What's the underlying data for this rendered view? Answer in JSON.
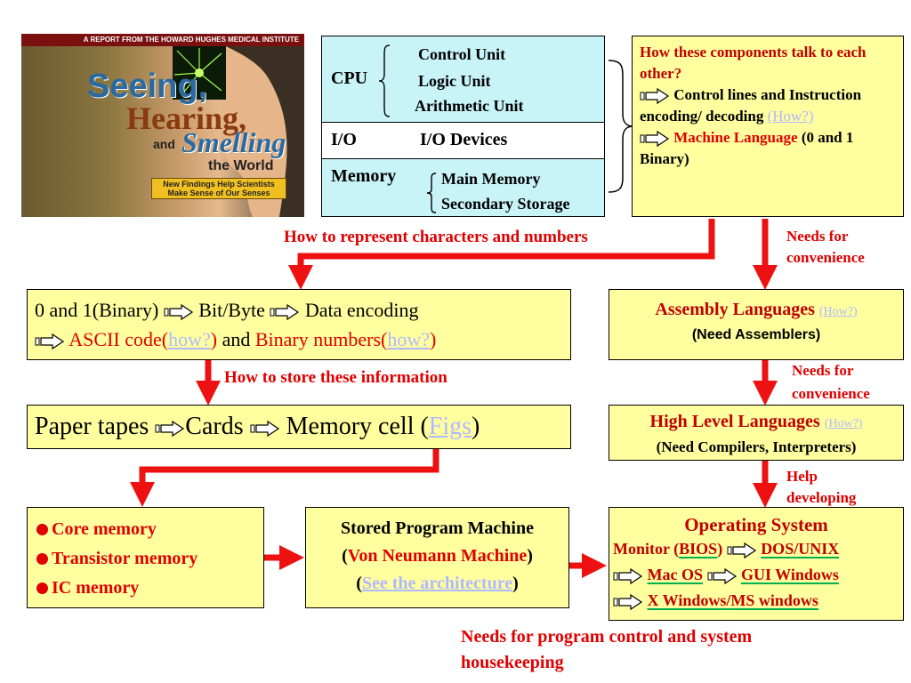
{
  "cover": {
    "banner": "A REPORT FROM THE HOWARD HUGHES MEDICAL INSTITUTE",
    "title1": "Seeing,",
    "title2": "Hearing,",
    "title3_and": "and",
    "title3": "Smelling",
    "title4": "the World",
    "subtitle1": "New Findings Help Scientists",
    "subtitle2": "Make Sense of Our Senses"
  },
  "components": {
    "cpu_label": "CPU",
    "cpu_items": [
      "Control Unit",
      "Logic Unit",
      "Arithmetic Unit"
    ],
    "io_label": "I/O",
    "io_item": "I/O Devices",
    "memory_label": "Memory",
    "memory_items": [
      "Main Memory",
      "Secondary Storage"
    ]
  },
  "talk": {
    "question": "How these components talk to each other?",
    "item1": "Control lines and Instruction encoding/ decoding",
    "item1_link": "(How?)",
    "item2_red": "Machine Language",
    "item2_rest": "(0 and 1 Binary)"
  },
  "labels": {
    "represent": "How to represent characters and numbers",
    "store": "How to store these information",
    "needs1": "Needs for convenience",
    "needs2": "Needs for convenience",
    "help": "Help developing",
    "program": "Needs for program control and system housekeeping"
  },
  "binary": {
    "t1": "0 and 1(Binary)",
    "t2": "Bit/Byte",
    "t3": "Data encoding",
    "ascii": "ASCII code",
    "how": "how?",
    "and": "and",
    "binnum": "Binary numbers"
  },
  "storage": {
    "t1": "Paper tapes",
    "t2": "Cards",
    "t3": "Memory cell",
    "figs": "Figs"
  },
  "memory_types": [
    "Core memory",
    "Transistor memory",
    "IC memory"
  ],
  "stored": {
    "title": "Stored Program Machine",
    "von": "Von Neumann Machine",
    "see": "See the architecture"
  },
  "assembly": {
    "title": "Assembly Languages",
    "link": "(How?)",
    "sub": "(Need Assemblers)"
  },
  "high": {
    "title": "High Level Languages",
    "link": "(How?)",
    "sub": "(Need Compilers, Interpreters)"
  },
  "os": {
    "title": "Operating System",
    "monitor": "Monitor (",
    "bios": "BIOS",
    "close": ")",
    "dos": "DOS/UNIX",
    "mac": "Mac OS",
    "gui": "GUI Windows",
    "x": "X Windows",
    "slash": "/",
    "ms": "MS windows"
  },
  "colors": {
    "arrow_red": "#ee1111",
    "box_yellow": "#ffffa0",
    "box_cyan": "#c8f4f8"
  }
}
